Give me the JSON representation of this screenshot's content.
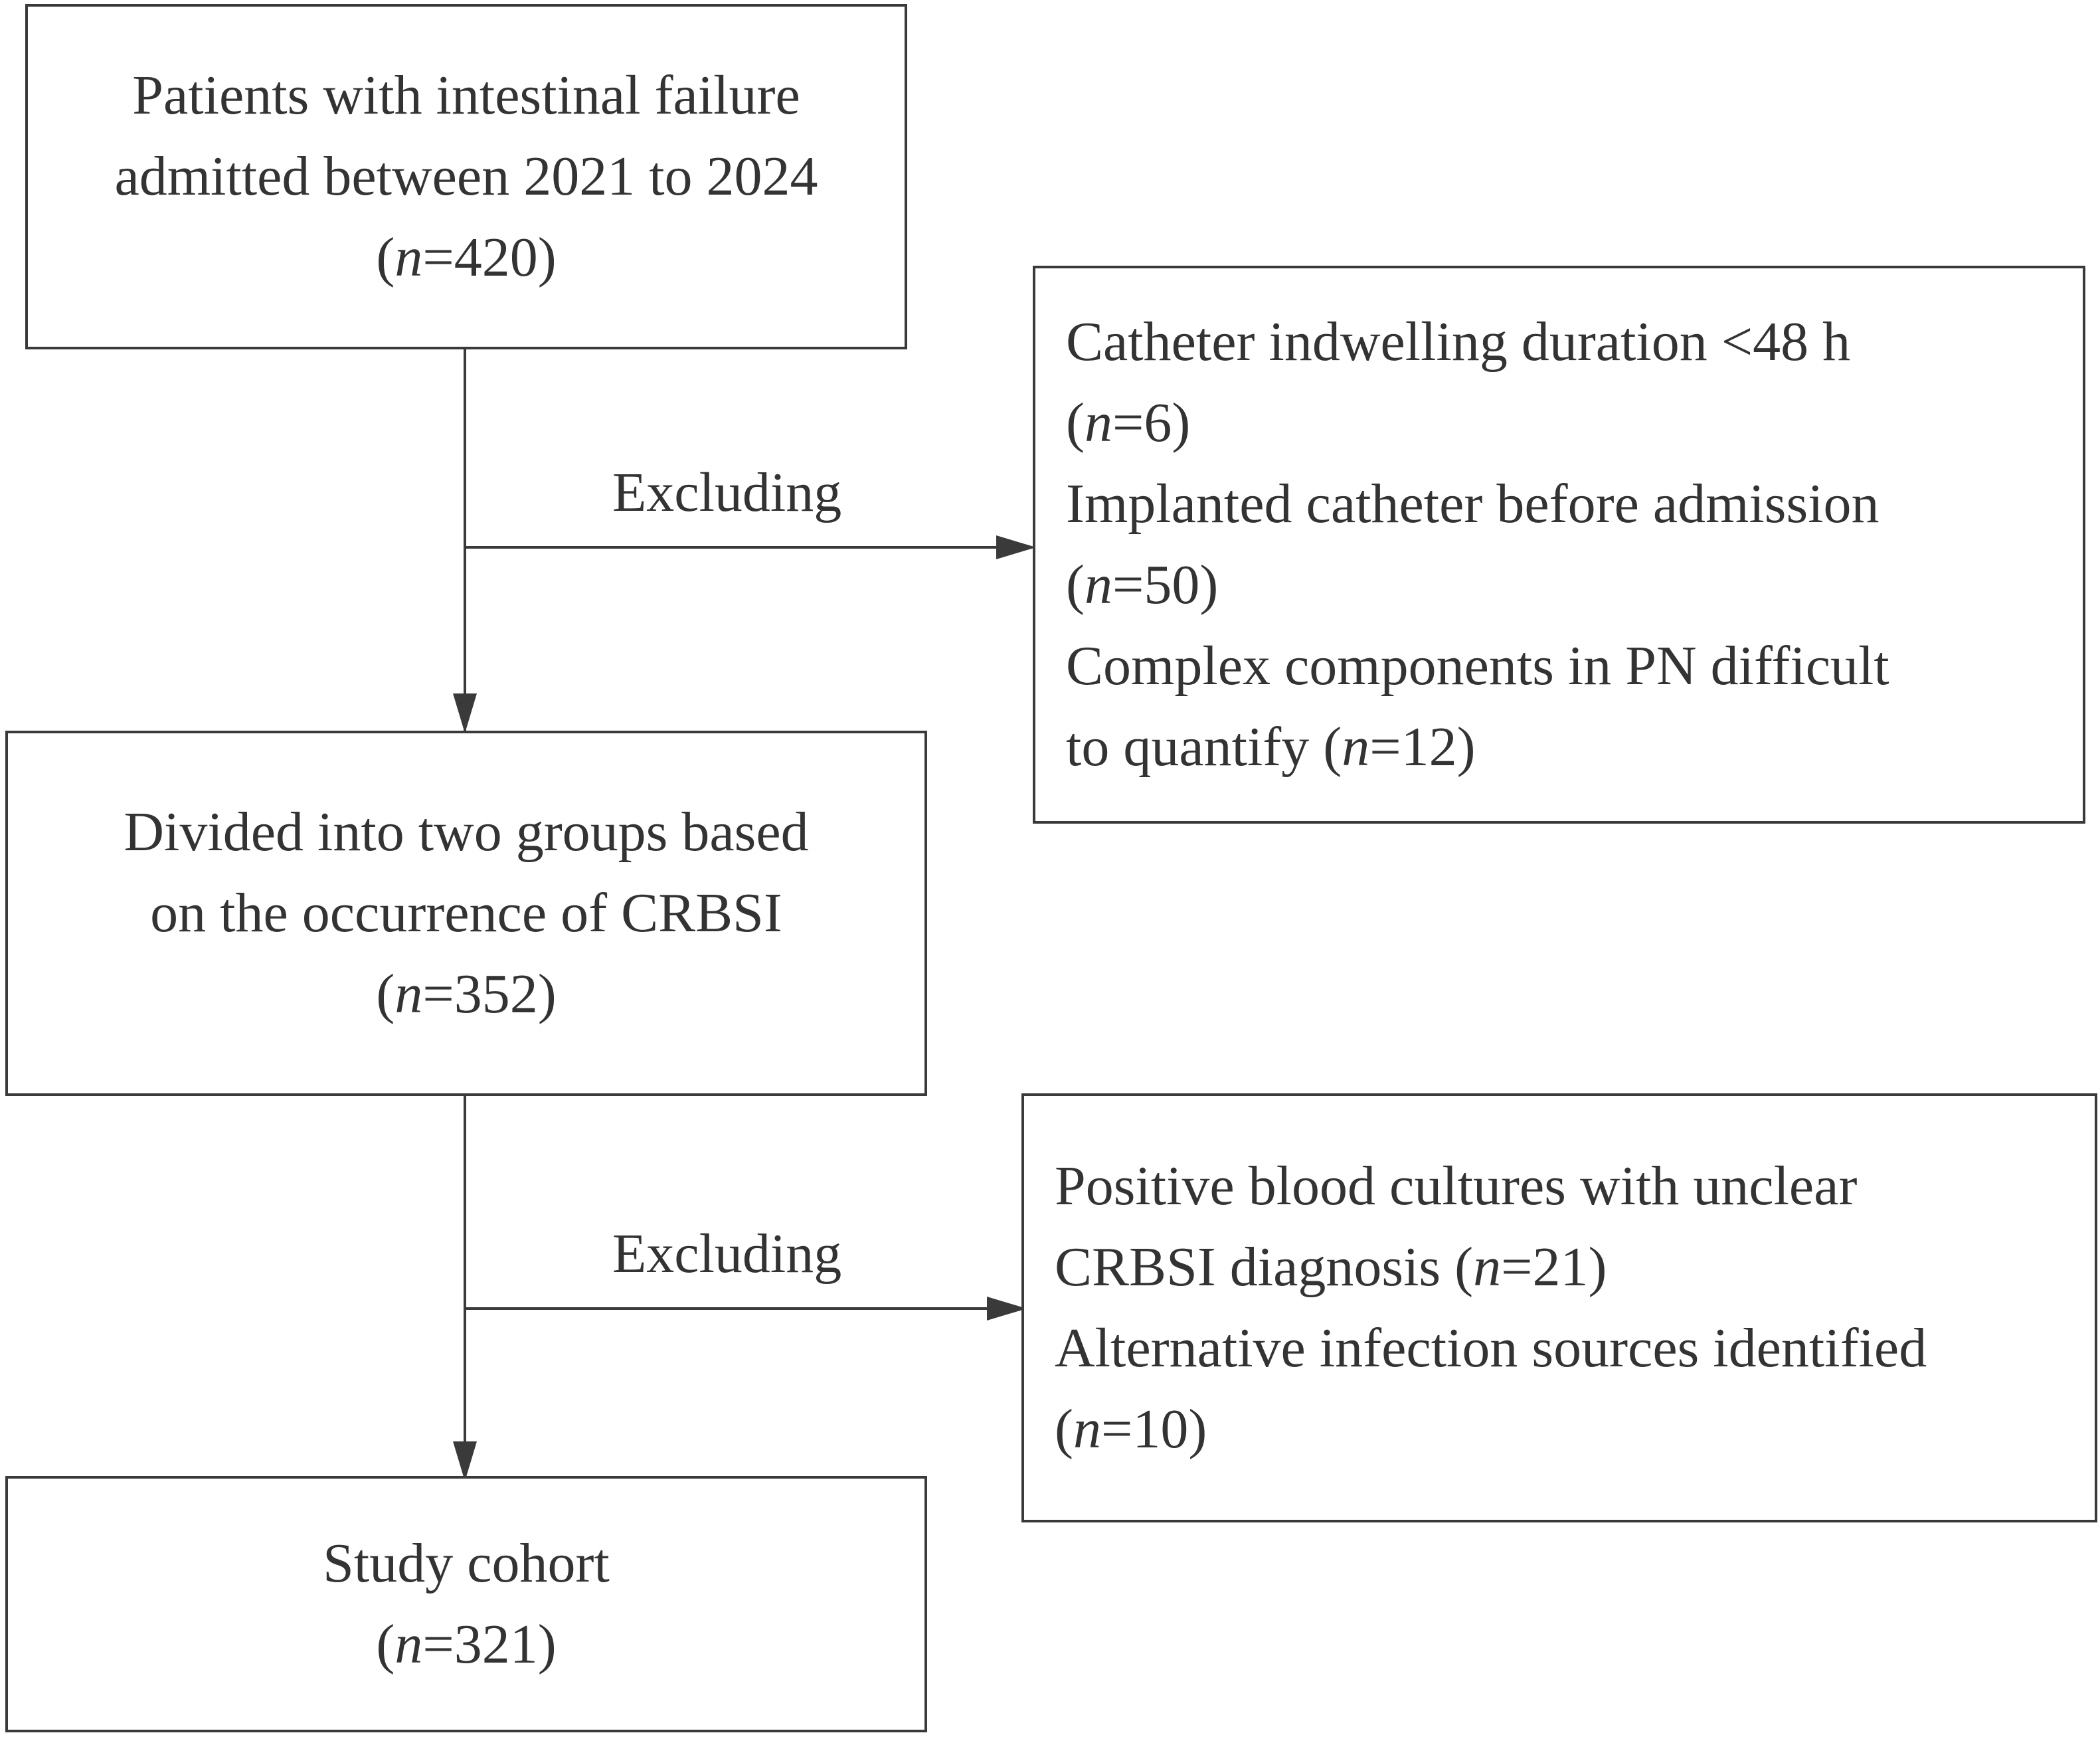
{
  "colors": {
    "stroke": "#3a3a3a",
    "text": "#333333",
    "background": "#ffffff"
  },
  "nodes": {
    "patients": {
      "lines": [
        "Patients with intestinal failure",
        "admitted between 2021 to 2024"
      ],
      "n": "420"
    },
    "exclusion1": {
      "items": [
        {
          "text": "Catheter indwelling duration <48 h",
          "n": "6"
        },
        {
          "text": "Implanted catheter before admission",
          "n": "50"
        },
        {
          "text": "Complex components in PN difficult",
          "text2": "to quantify",
          "n": "12"
        }
      ]
    },
    "divided": {
      "lines": [
        "Divided into two groups based",
        "on the occurrence of CRBSI"
      ],
      "n": "352"
    },
    "exclusion2": {
      "items": [
        {
          "text": "Positive blood cultures with unclear",
          "text2": "CRBSI diagnosis",
          "n": "21"
        },
        {
          "text": "Alternative infection sources identified",
          "n": "10"
        }
      ]
    },
    "cohort": {
      "lines": [
        "Study cohort"
      ],
      "n": "321"
    }
  },
  "edges": {
    "exclude1_label": "Excluding",
    "exclude2_label": "Excluding"
  },
  "symbols": {
    "n_var": "n",
    "n_eq": "="
  }
}
